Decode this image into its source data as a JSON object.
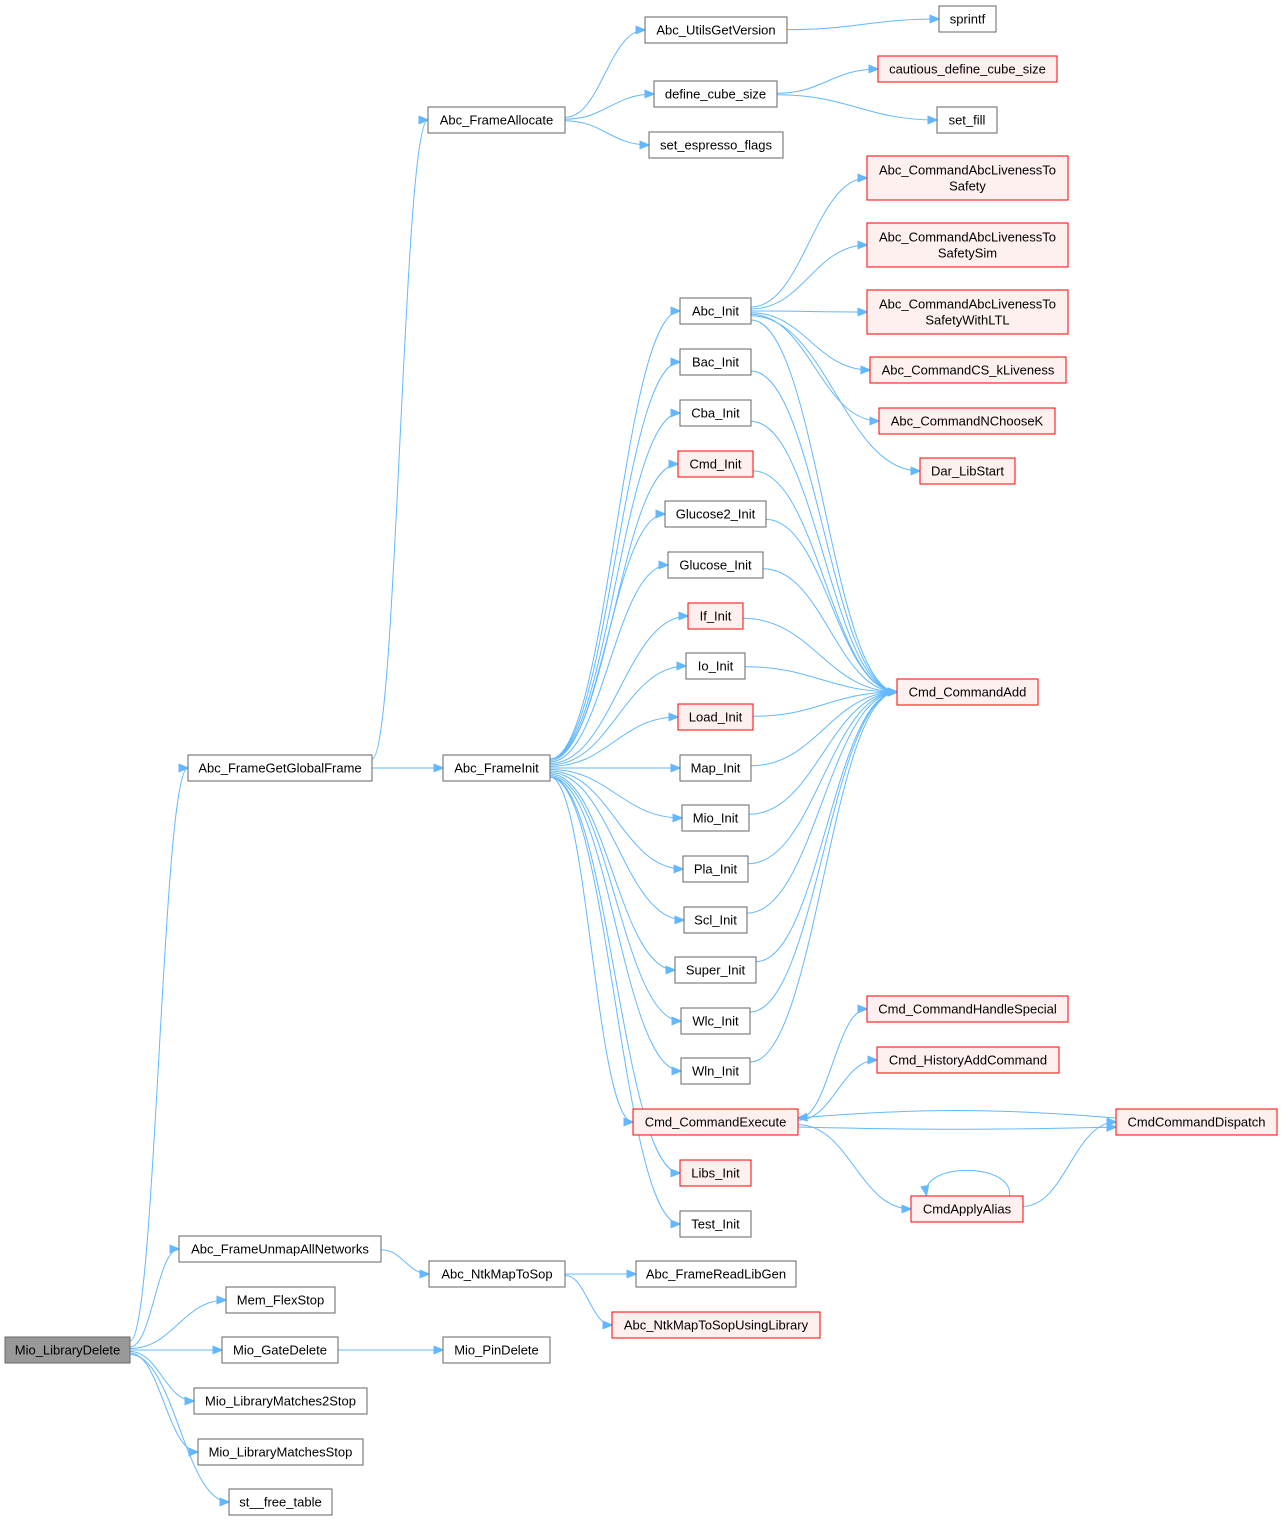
{
  "colors": {
    "edge": "#63B8FF",
    "node_border": "#666666",
    "node_fill": "#ffffff",
    "highlight_border": "#ff0000",
    "highlight_fill": "#FFF0F0",
    "root_fill": "#999999",
    "text": "#000000"
  },
  "nodes": {
    "mio_librarydelete": {
      "lines": [
        "Mio_LibraryDelete"
      ],
      "kind": "root"
    },
    "abc_framegetglobalframe": {
      "lines": [
        "Abc_FrameGetGlobalFrame"
      ],
      "kind": "normal"
    },
    "abc_frameunmapallnetworks": {
      "lines": [
        "Abc_FrameUnmapAllNetworks"
      ],
      "kind": "normal"
    },
    "mem_flexstop": {
      "lines": [
        "Mem_FlexStop"
      ],
      "kind": "normal"
    },
    "mio_gatedelete": {
      "lines": [
        "Mio_GateDelete"
      ],
      "kind": "normal"
    },
    "mio_librarymatches2stop": {
      "lines": [
        "Mio_LibraryMatches2Stop"
      ],
      "kind": "normal"
    },
    "mio_librarymatchesstop": {
      "lines": [
        "Mio_LibraryMatchesStop"
      ],
      "kind": "normal"
    },
    "st_free_table": {
      "lines": [
        "st__free_table"
      ],
      "kind": "normal"
    },
    "abc_frameallocate": {
      "lines": [
        "Abc_FrameAllocate"
      ],
      "kind": "normal"
    },
    "abc_frameinit": {
      "lines": [
        "Abc_FrameInit"
      ],
      "kind": "normal"
    },
    "abc_ntkmaptosop": {
      "lines": [
        "Abc_NtkMapToSop"
      ],
      "kind": "normal"
    },
    "mio_pindelete": {
      "lines": [
        "Mio_PinDelete"
      ],
      "kind": "normal"
    },
    "abc_utilsgetversion": {
      "lines": [
        "Abc_UtilsGetVersion"
      ],
      "kind": "normal"
    },
    "define_cube_size": {
      "lines": [
        "define_cube_size"
      ],
      "kind": "normal"
    },
    "set_espresso_flags": {
      "lines": [
        "set_espresso_flags"
      ],
      "kind": "normal"
    },
    "abc_init": {
      "lines": [
        "Abc_Init"
      ],
      "kind": "normal"
    },
    "bac_init": {
      "lines": [
        "Bac_Init"
      ],
      "kind": "normal"
    },
    "cba_init": {
      "lines": [
        "Cba_Init"
      ],
      "kind": "normal"
    },
    "cmd_init": {
      "lines": [
        "Cmd_Init"
      ],
      "kind": "highlight"
    },
    "glucose2_init": {
      "lines": [
        "Glucose2_Init"
      ],
      "kind": "normal"
    },
    "glucose_init": {
      "lines": [
        "Glucose_Init"
      ],
      "kind": "normal"
    },
    "if_init": {
      "lines": [
        "If_Init"
      ],
      "kind": "highlight"
    },
    "io_init": {
      "lines": [
        "Io_Init"
      ],
      "kind": "normal"
    },
    "load_init": {
      "lines": [
        "Load_Init"
      ],
      "kind": "highlight"
    },
    "map_init": {
      "lines": [
        "Map_Init"
      ],
      "kind": "normal"
    },
    "mio_init": {
      "lines": [
        "Mio_Init"
      ],
      "kind": "normal"
    },
    "pla_init": {
      "lines": [
        "Pla_Init"
      ],
      "kind": "normal"
    },
    "scl_init": {
      "lines": [
        "Scl_Init"
      ],
      "kind": "normal"
    },
    "super_init": {
      "lines": [
        "Super_Init"
      ],
      "kind": "normal"
    },
    "wlc_init": {
      "lines": [
        "Wlc_Init"
      ],
      "kind": "normal"
    },
    "wln_init": {
      "lines": [
        "Wln_Init"
      ],
      "kind": "normal"
    },
    "cmd_commandexecute": {
      "lines": [
        "Cmd_CommandExecute"
      ],
      "kind": "highlight"
    },
    "libs_init": {
      "lines": [
        "Libs_Init"
      ],
      "kind": "highlight"
    },
    "test_init": {
      "lines": [
        "Test_Init"
      ],
      "kind": "normal"
    },
    "abc_framereadlibgen": {
      "lines": [
        "Abc_FrameReadLibGen"
      ],
      "kind": "normal"
    },
    "abc_ntkmaptosopusinglibrary": {
      "lines": [
        "Abc_NtkMapToSopUsingLibrary"
      ],
      "kind": "highlight"
    },
    "sprintf": {
      "lines": [
        "sprintf"
      ],
      "kind": "normal"
    },
    "cautious_define_cube_size": {
      "lines": [
        "cautious_define_cube_size"
      ],
      "kind": "highlight"
    },
    "set_fill": {
      "lines": [
        "set_fill"
      ],
      "kind": "normal"
    },
    "abc_cmd_safety": {
      "lines": [
        "Abc_CommandAbcLivenessTo",
        "Safety"
      ],
      "kind": "highlight"
    },
    "abc_cmd_safetysim": {
      "lines": [
        "Abc_CommandAbcLivenessTo",
        "SafetySim"
      ],
      "kind": "highlight"
    },
    "abc_cmd_safetyltl": {
      "lines": [
        "Abc_CommandAbcLivenessTo",
        "SafetyWithLTL"
      ],
      "kind": "highlight"
    },
    "abc_commandcs_kliveness": {
      "lines": [
        "Abc_CommandCS_kLiveness"
      ],
      "kind": "highlight"
    },
    "abc_commandnchoosek": {
      "lines": [
        "Abc_CommandNChooseK"
      ],
      "kind": "highlight"
    },
    "dar_libstart": {
      "lines": [
        "Dar_LibStart"
      ],
      "kind": "highlight"
    },
    "cmd_commandadd": {
      "lines": [
        "Cmd_CommandAdd"
      ],
      "kind": "highlight"
    },
    "cmd_commandhandlespecial": {
      "lines": [
        "Cmd_CommandHandleSpecial"
      ],
      "kind": "highlight"
    },
    "cmd_historyaddcommand": {
      "lines": [
        "Cmd_HistoryAddCommand"
      ],
      "kind": "highlight"
    },
    "cmdcommanddispatch": {
      "lines": [
        "CmdCommandDispatch"
      ],
      "kind": "highlight"
    },
    "cmdapplyalias": {
      "lines": [
        "CmdApplyAlias"
      ],
      "kind": "highlight"
    }
  }
}
